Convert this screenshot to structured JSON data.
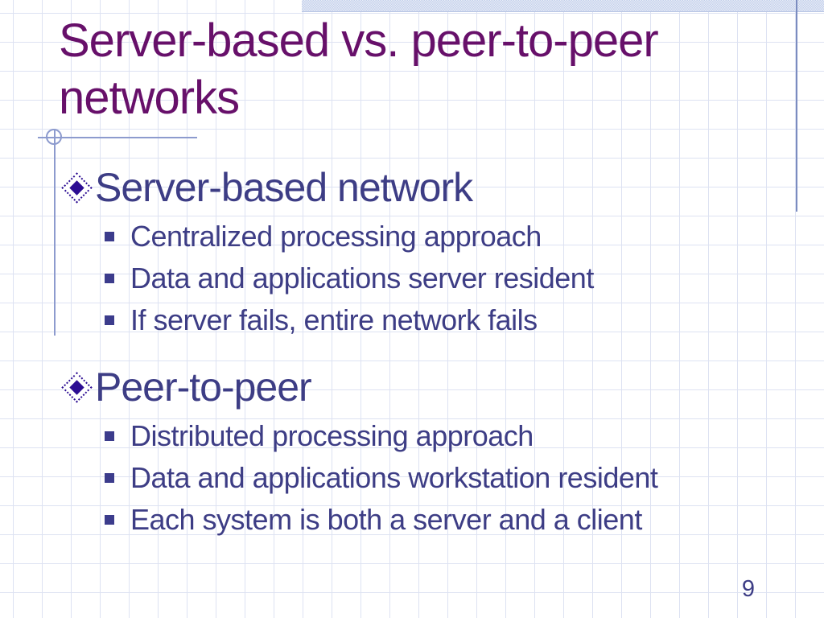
{
  "slide": {
    "title": "Server-based vs. peer-to-peer networks",
    "page_number": "9",
    "sections": [
      {
        "heading": "Server-based network",
        "items": [
          "Centralized processing approach",
          "Data and applications server resident",
          "If server fails, entire network fails"
        ]
      },
      {
        "heading": "Peer-to-peer",
        "items": [
          "Distributed processing approach",
          "Data and applications workstation resident",
          "Each system is both a server and a client"
        ]
      }
    ]
  },
  "icons": {
    "section_bullet": "diamond-bullet",
    "item_bullet": "square-bullet"
  },
  "colors": {
    "title_text": "#67106a",
    "body_text": "#3d3d85",
    "bullet_fill": "#2c0d93",
    "square_bullet_fill": "#3c3c8c",
    "grid_line": "#dde2f2",
    "accent_line": "#8d9bce",
    "right_accent_line": "#7b8cc0",
    "top_bar_fill": "#c9d5ee"
  }
}
